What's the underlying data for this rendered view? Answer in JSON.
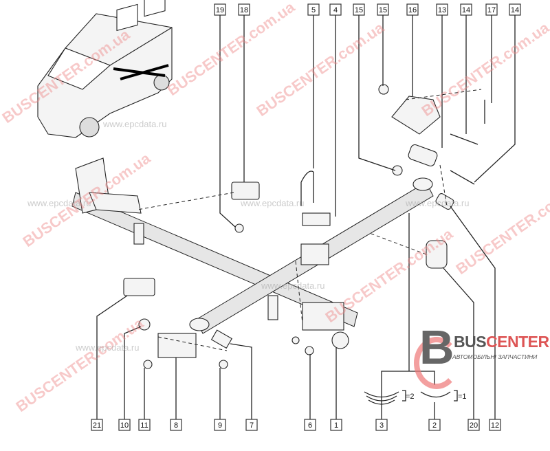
{
  "top_labels": [
    "19",
    "18",
    "5",
    "4",
    "15",
    "15",
    "16",
    "13",
    "14",
    "17",
    "14"
  ],
  "bottom_labels": [
    "21",
    "10",
    "11",
    "8",
    "9",
    "7",
    "6",
    "1",
    "3",
    "2",
    "20",
    "12"
  ],
  "leaf_quantity": {
    "three_leaf": "=2",
    "one_leaf": "=1"
  },
  "logo": {
    "name_part1": "BUS",
    "name_part2": "CENTER",
    "tagline": "АВТОМОБІЛЬНІ ЗАПЧАСТИНИ"
  },
  "watermarks": {
    "site": "BUSCENTER.com.ua",
    "epc": "www.epcdata.ru"
  }
}
